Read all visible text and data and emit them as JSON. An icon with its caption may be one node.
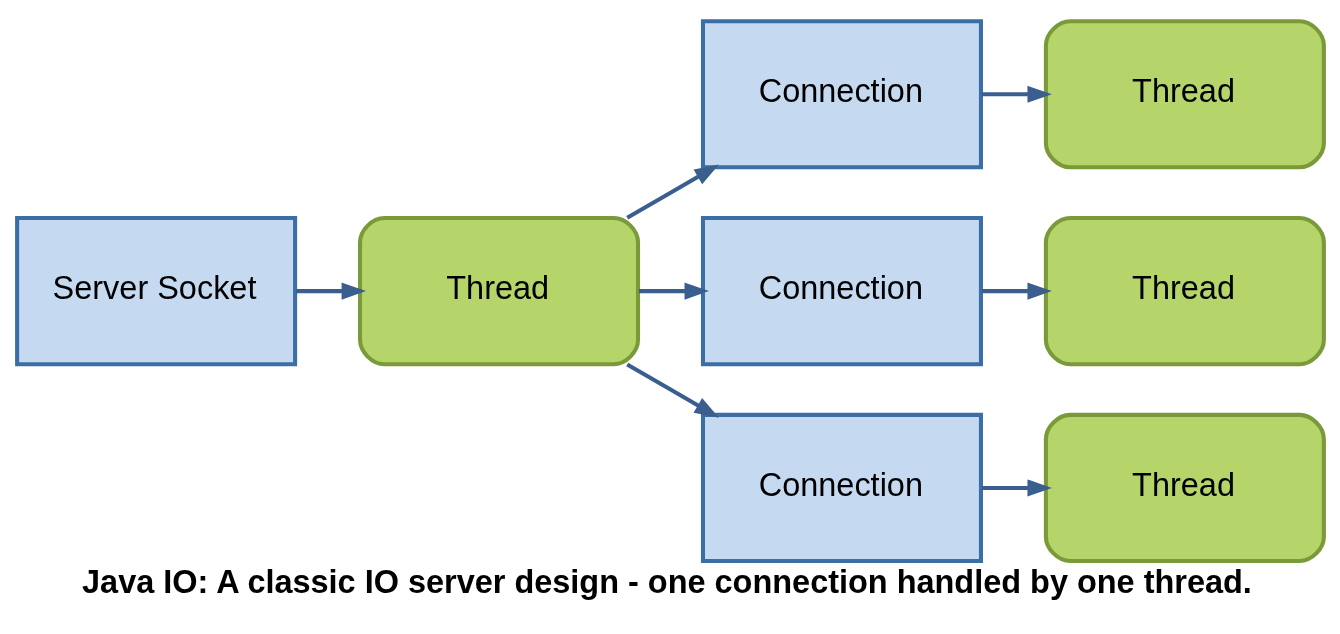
{
  "diagram": {
    "caption": "Java IO: A classic IO server design - one connection handled by one thread.",
    "nodes": [
      {
        "text": [
          "Server Socket"
        ]
      },
      {
        "text": [
          "Thread"
        ]
      },
      {
        "text": [
          "Connection"
        ]
      },
      {
        "text": [
          "Thread"
        ]
      },
      {
        "text": [
          "Connection"
        ]
      },
      {
        "text": [
          "Thread"
        ]
      },
      {
        "text": [
          "Connection"
        ]
      },
      {
        "text": [
          "Thread"
        ]
      }
    ],
    "edges": [
      {
        "from": 0,
        "to": 1,
        "arrow": "to"
      },
      {
        "from": 1,
        "to": 2,
        "arrow": "to"
      },
      {
        "from": 1,
        "to": 4,
        "arrow": "to"
      },
      {
        "from": 1,
        "to": 6,
        "arrow": "to"
      },
      {
        "from": 2,
        "to": 3,
        "arrow": "to"
      },
      {
        "from": 4,
        "to": 5,
        "arrow": "to"
      },
      {
        "from": 6,
        "to": 7,
        "arrow": "to"
      }
    ]
  }
}
